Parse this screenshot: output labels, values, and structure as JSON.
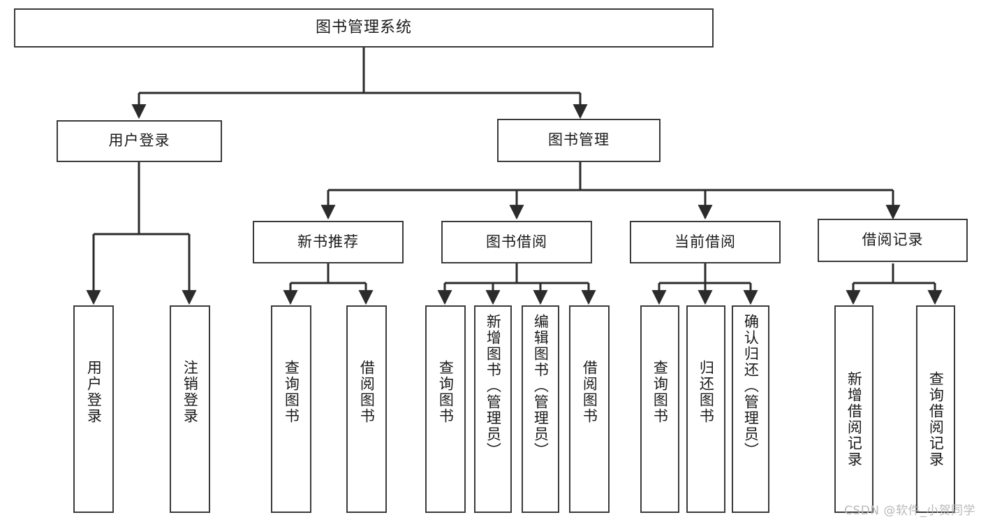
{
  "diagram": {
    "title": "图书管理系统",
    "type": "tree",
    "line_color": "#3a3a3a",
    "box_fill": "#ffffff",
    "text_color": "#1a1a1a",
    "root": {
      "id": "root",
      "label": "图书管理系统"
    },
    "level1": [
      {
        "id": "user-login",
        "label": "用户登录"
      },
      {
        "id": "book-manage",
        "label": "图书管理"
      }
    ],
    "level2": [
      {
        "id": "new-book-recommend",
        "label": "新书推荐"
      },
      {
        "id": "book-borrow",
        "label": "图书借阅"
      },
      {
        "id": "current-borrow",
        "label": "当前借阅"
      },
      {
        "id": "borrow-record",
        "label": "借阅记录"
      }
    ],
    "leaves": {
      "user_login": [
        {
          "id": "leaf-user-login",
          "label": "用户登录"
        },
        {
          "id": "leaf-logout-login",
          "label": "注销登录"
        }
      ],
      "new_book_recommend": [
        {
          "id": "leaf-query-book-1",
          "label": "查询图书"
        },
        {
          "id": "leaf-borrow-book-1",
          "label": "借阅图书"
        }
      ],
      "book_borrow": [
        {
          "id": "leaf-query-book-2",
          "label": "查询图书"
        },
        {
          "id": "leaf-add-book",
          "label": "新增图书（管理员）"
        },
        {
          "id": "leaf-edit-book",
          "label": "编辑图书（管理员）"
        },
        {
          "id": "leaf-borrow-book-2",
          "label": "借阅图书"
        }
      ],
      "current_borrow": [
        {
          "id": "leaf-query-book-3",
          "label": "查询图书"
        },
        {
          "id": "leaf-return-book",
          "label": "归还图书"
        },
        {
          "id": "leaf-confirm-return",
          "label": "确认归还（管理员）"
        }
      ],
      "borrow_record": [
        {
          "id": "leaf-add-record",
          "label": "新增借阅记录"
        },
        {
          "id": "leaf-query-record",
          "label": "查询借阅记录"
        }
      ]
    }
  },
  "watermark": {
    "text": "CSDN @软件_小贺同学"
  }
}
